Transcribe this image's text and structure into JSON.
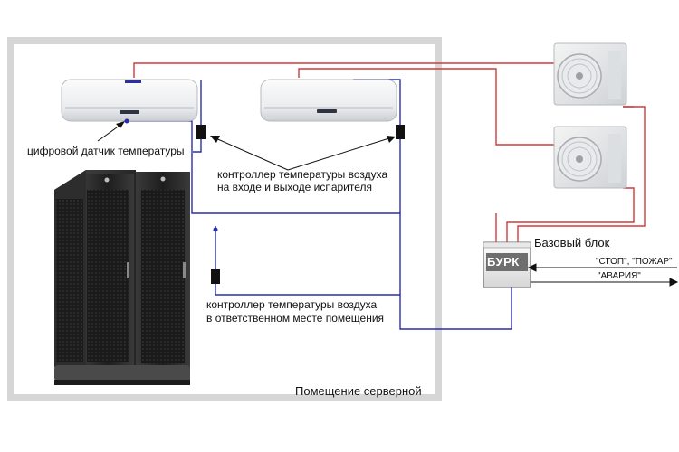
{
  "room": {
    "label": "Помещение серверной"
  },
  "labels": {
    "digital_sensor": "цифровой датчик температуры",
    "evaporator_controller": [
      "контроллер температуры воздуха",
      "на входе и выходе испарителя"
    ],
    "room_controller": [
      "контроллер температуры воздуха",
      "в ответственном месте помещения"
    ],
    "base_unit": "Базовый блок",
    "burk": "БУРК",
    "signal_in": "\"СТОП\", \"ПОЖАР\"",
    "signal_out": "\"АВАРИЯ\""
  },
  "colors": {
    "room_border": "#d6d6d6",
    "power_line": "#d23a3a",
    "signal_line": "#2a2fa8",
    "rack": "#2b2b2b"
  },
  "icons": [
    "indoor-ac-unit",
    "outdoor-ac-unit",
    "server-rack",
    "temperature-controller",
    "burk-unit"
  ]
}
